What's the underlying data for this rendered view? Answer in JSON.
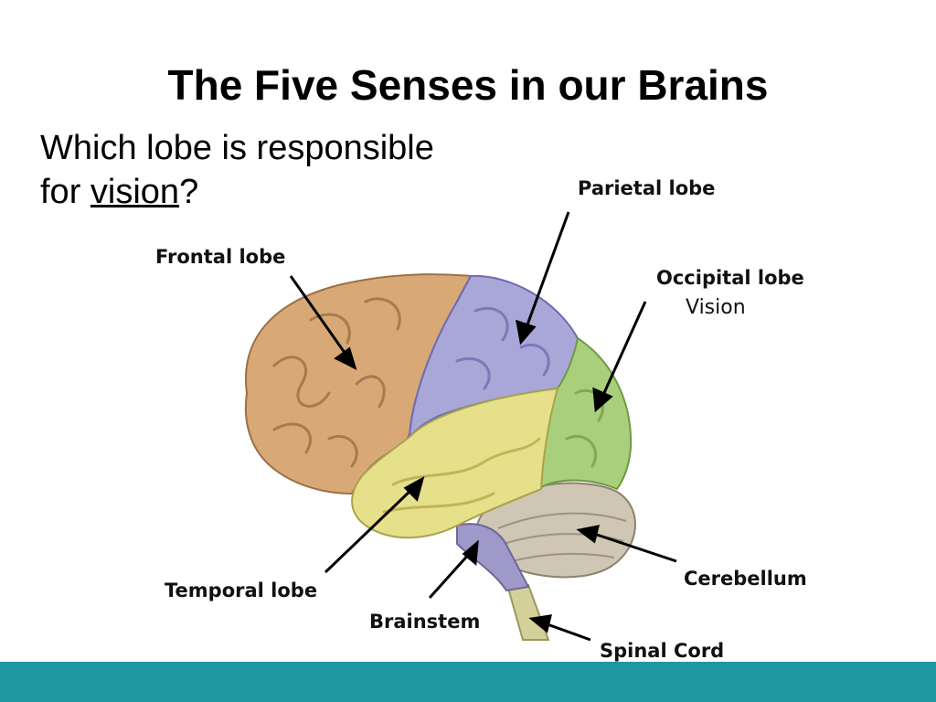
{
  "slide": {
    "title": "The Five Senses in our Brains",
    "question_part1": "Which lobe is responsible",
    "question_part2_prefix": "for ",
    "question_part2_keyword": "vision",
    "question_part2_suffix": "?"
  },
  "labels": {
    "parietal": "Parietal lobe",
    "frontal": "Frontal lobe",
    "occipital": "Occipital lobe",
    "occipital_function": "Vision",
    "temporal": "Temporal lobe",
    "brainstem": "Brainstem",
    "cerebellum": "Cerebellum",
    "spinal_cord": "Spinal Cord"
  },
  "colors": {
    "frontal": "#d9a877",
    "parietal": "#a9a6d8",
    "occipital": "#a9cf7c",
    "temporal": "#e7e08a",
    "cerebellum": "#cfc6b3",
    "brainstem": "#9f99c9",
    "spinal_cord": "#d4d09a",
    "footer": "#1e97a0"
  }
}
